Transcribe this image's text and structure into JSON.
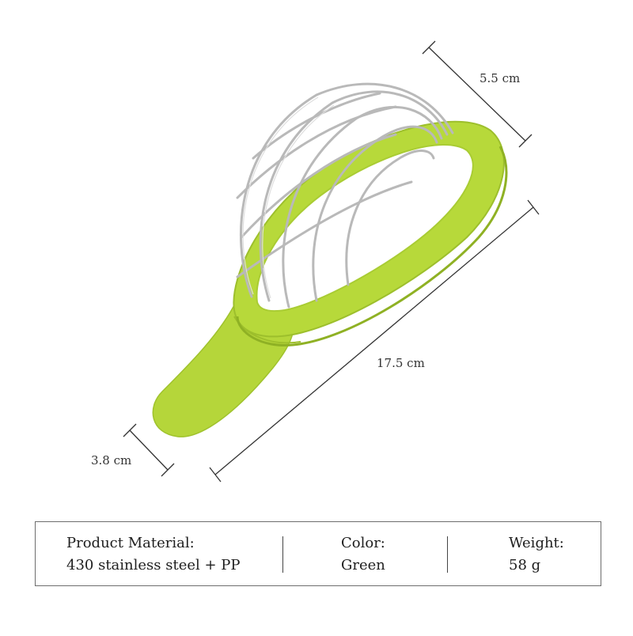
{
  "product": {
    "image_name": "avocado-slicer",
    "colors": {
      "body_green": "#b7d93a",
      "body_green_dark": "#93b827",
      "wire_steel": "#b9b9b9"
    }
  },
  "dimensions": {
    "height_label": "5.5 cm",
    "length_label": "17.5 cm",
    "width_label": "3.8 cm"
  },
  "specs": {
    "material_label": "Product Material:",
    "material_value": "430 stainless steel + PP",
    "color_label": "Color:",
    "color_value": "Green",
    "weight_label": "Weight:",
    "weight_value": "58 g"
  }
}
